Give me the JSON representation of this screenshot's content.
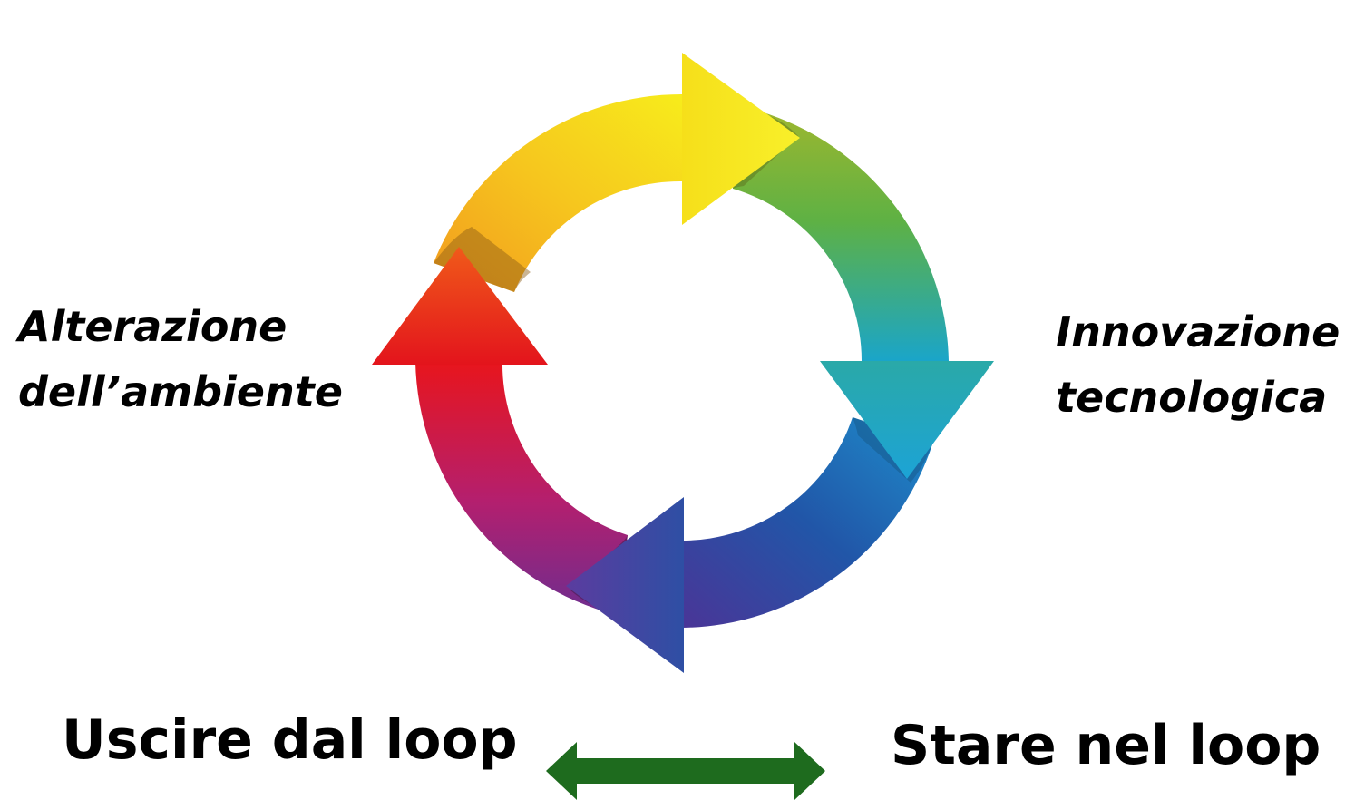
{
  "labels": {
    "left_line1": "Alterazione",
    "left_line2": "dell’ambiente",
    "right_line1": "Innovazione",
    "right_line2": "tecnologica",
    "bottom_left": "Uscire dal loop",
    "bottom_right": "Stare nel loop"
  },
  "cycle": {
    "arrow_count": 4,
    "direction": "clockwise",
    "colors": {
      "yellow": "#F6E21C",
      "orange": "#F2A61F",
      "green": "#6DB33F",
      "teal": "#21A7B8",
      "blue": "#1C6FB8",
      "indigo": "#3F3E9C",
      "purple": "#8A2A8A",
      "red": "#E3141C"
    }
  },
  "double_arrow": {
    "color": "#1E6B1E",
    "icon": "double-headed-arrow-icon"
  }
}
